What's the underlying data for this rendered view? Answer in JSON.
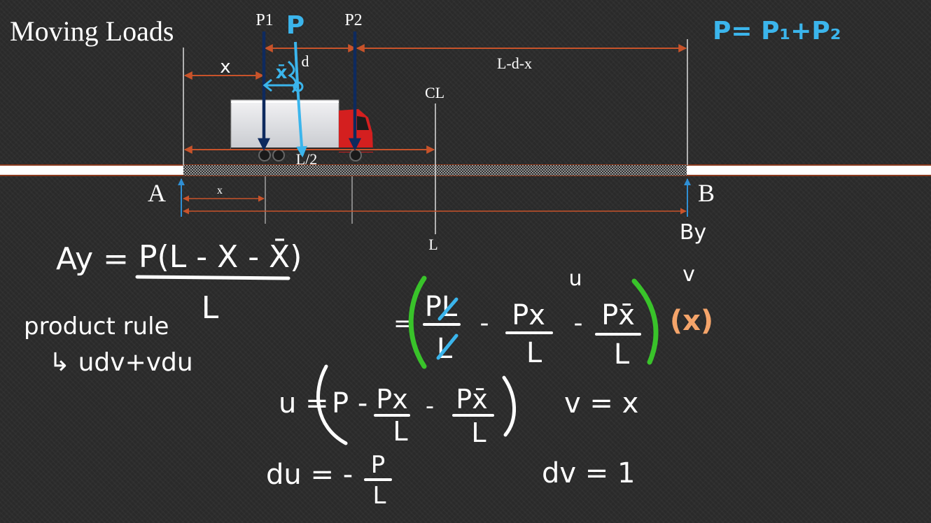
{
  "title": "Moving Loads",
  "diagram": {
    "loads": {
      "p1": "P1",
      "p": "P",
      "p2": "P2"
    },
    "dims": {
      "x_top": "x",
      "xbar": "x̄",
      "d": "d",
      "l_d_x": "L-d-x",
      "cl": "CL",
      "l_half": "L/2",
      "x_bottom": "x",
      "l": "L"
    },
    "supports": {
      "a": "A",
      "b": "B",
      "by": "By"
    },
    "p_total": "P= P₁+P₂"
  },
  "equations": {
    "ay_lhs": "Ay =",
    "ay_num": "P(L - X - X̄)",
    "ay_den": "L",
    "product_rule": "product rule",
    "product_rule_2": "↳ udv+vdu",
    "u_label": "u",
    "v_label": "v",
    "eq2_eq": "=",
    "eq2_t1_num": "PL",
    "eq2_t1_den": "L",
    "eq2_minus1": "-",
    "eq2_t2_num": "Px",
    "eq2_t2_den": "L",
    "eq2_minus2": "-",
    "eq2_t3_num": "Px̄",
    "eq2_t3_den": "L",
    "eq2_x": "(x)",
    "u_lhs": "u =",
    "u_p": "P -",
    "u_t2_num": "Px",
    "u_t2_den": "L",
    "u_minus": "-",
    "u_t3_num": "Px̄",
    "u_t3_den": "L",
    "v_def": "v = x",
    "du_lhs": "du = -",
    "du_num": "P",
    "du_den": "L",
    "dv_def": "dv = 1"
  },
  "colors": {
    "dimension": "#c8532a",
    "load_arrow": "#0e2a5e",
    "handwriting_blue": "#3bb5ec",
    "bracket_green": "#39c32a",
    "bracket_orange": "#f4a46a",
    "truck_red": "#d41f1f"
  }
}
